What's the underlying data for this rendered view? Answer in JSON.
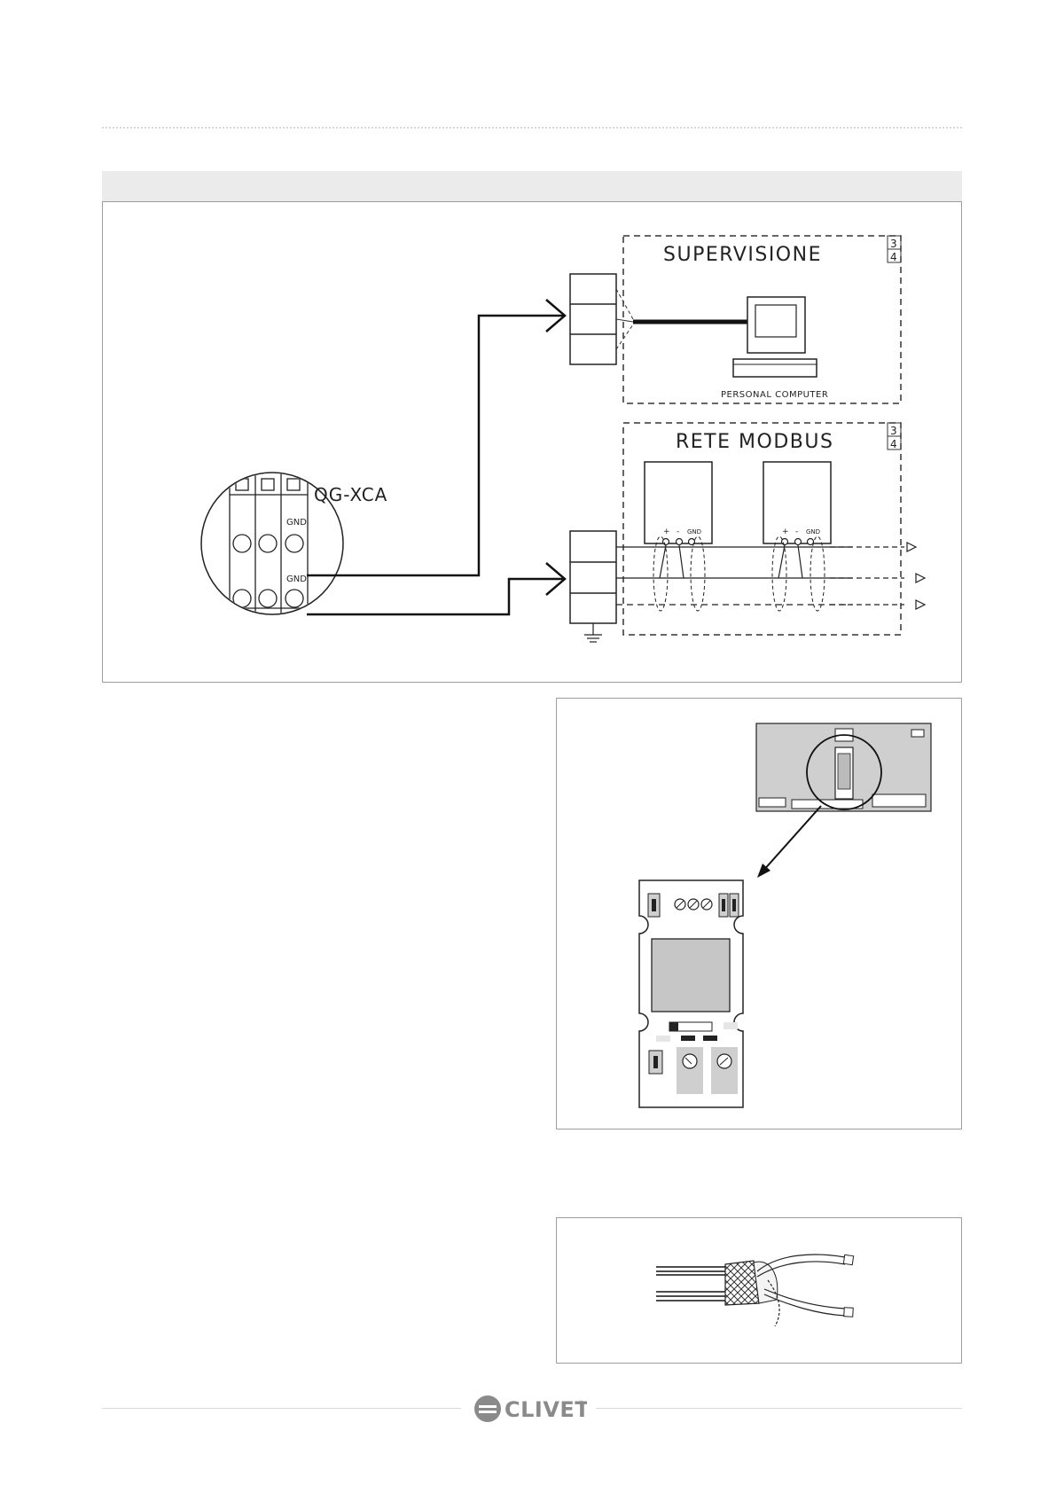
{
  "diagram_top": {
    "supervision_title": "SUPERVISIONE",
    "pc_label": "PERSONAL COMPUTER",
    "modbus_title": "RETE MODBUS",
    "page_ref_top": "3",
    "page_ref_bottom": "4",
    "terminal_label": "QG-XCA",
    "gnd_label": "GND",
    "plus_label": "+",
    "minus_label": "-"
  },
  "footer": {
    "brand": "CLIVET",
    "mark": "®"
  },
  "colors": {
    "frame": "#9d9d9d",
    "band": "#ebebeb",
    "board_fill": "#c8c8c8",
    "logo_grey": "#8a8a8a"
  }
}
